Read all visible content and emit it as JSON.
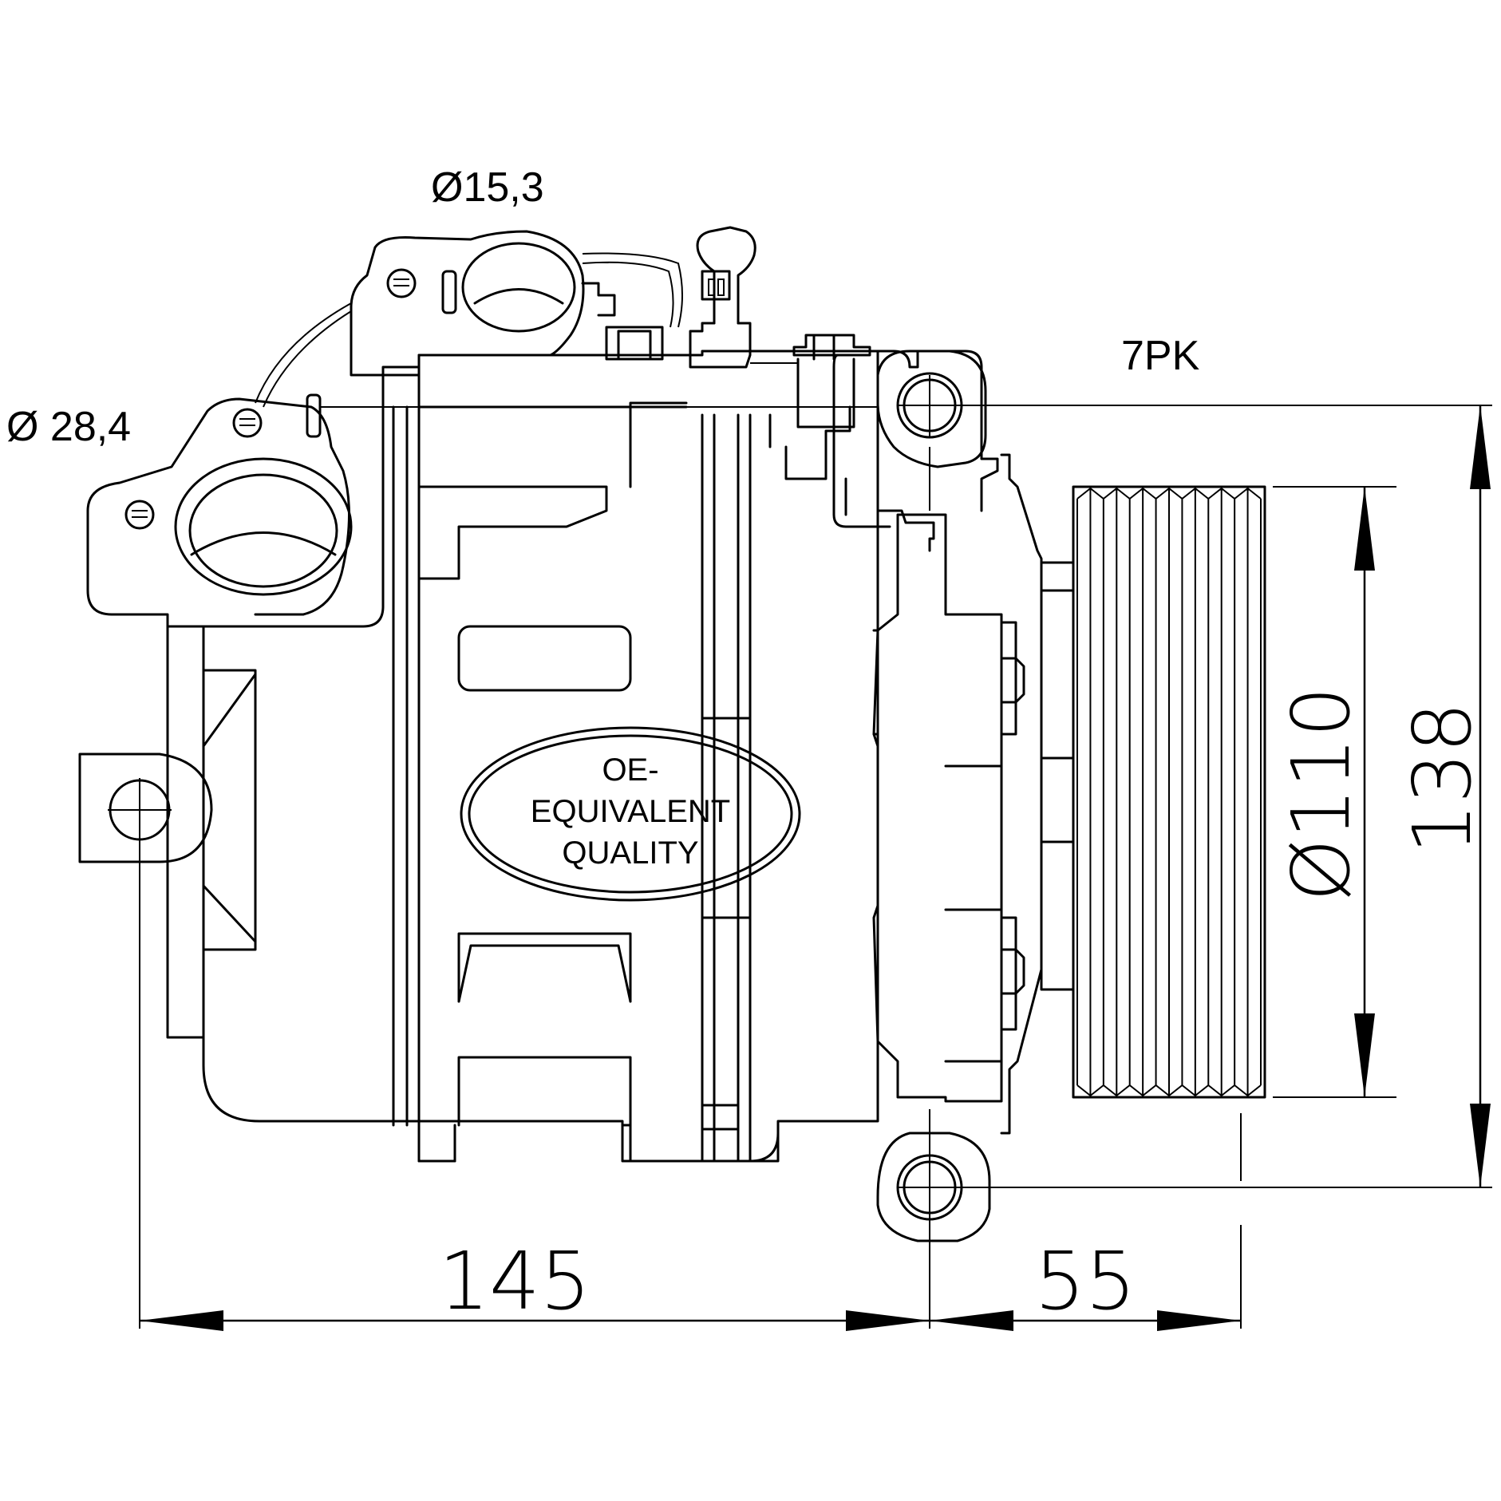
{
  "labels": {
    "discharge_port_diameter": "Ø15,3",
    "suction_port_diameter": "Ø 28,4",
    "belt_profile": "7PK",
    "pulley_diameter": "Ø110",
    "mount_height": "138",
    "mount_width": "145",
    "pulley_offset": "55"
  },
  "badge": {
    "line1": "OE-",
    "line2": "EQUIVALENT",
    "line3": "QUALITY"
  }
}
